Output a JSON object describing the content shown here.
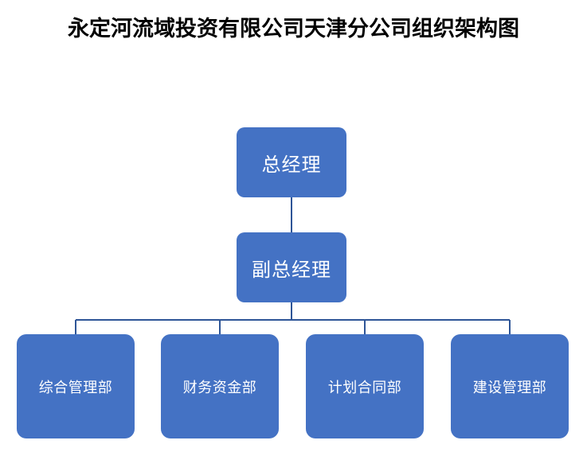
{
  "document": {
    "title": "永定河流域投资有限公司天津分公司组织架构图"
  },
  "colors": {
    "node_fill": "#4472C4",
    "node_text": "#FFFFFF",
    "connector": "#2E5597",
    "title_text": "#000000",
    "background": "#FFFFFF"
  },
  "org_chart": {
    "levels": [
      {
        "level": 1,
        "nodes": [
          {
            "id": "gm",
            "label": "总经理"
          }
        ]
      },
      {
        "level": 2,
        "nodes": [
          {
            "id": "dgm",
            "label": "副总经理"
          }
        ]
      },
      {
        "level": 3,
        "nodes": [
          {
            "id": "dept-0",
            "label": "综合管理部"
          },
          {
            "id": "dept-1",
            "label": "财务资金部"
          },
          {
            "id": "dept-2",
            "label": "计划合同部"
          },
          {
            "id": "dept-3",
            "label": "建设管理部"
          }
        ]
      }
    ]
  }
}
